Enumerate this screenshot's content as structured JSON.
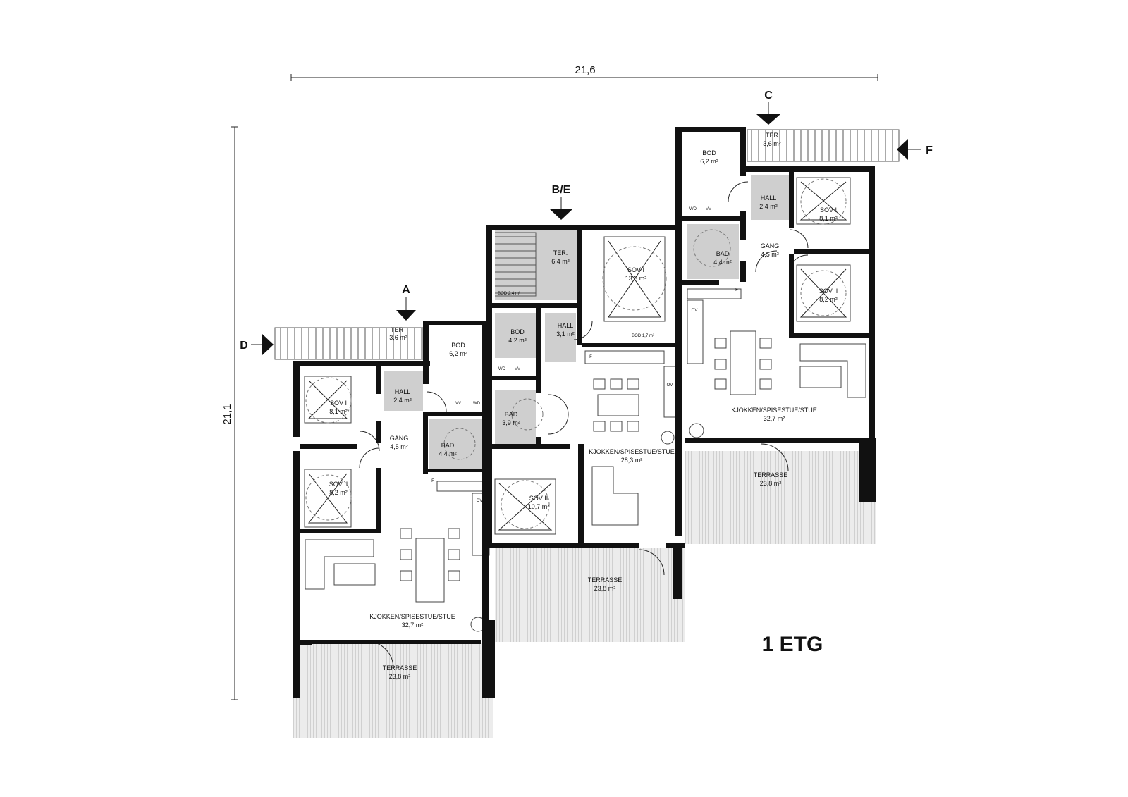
{
  "title": "1 ETG",
  "dimensions": {
    "width": "21,6",
    "height": "21,1"
  },
  "markers": {
    "a": "A",
    "be": "B/E",
    "c": "C",
    "d": "D",
    "f": "F"
  },
  "colors": {
    "wall": "#111111",
    "wet_room": "#cfcfcf",
    "terrace": "#d9d9d9"
  },
  "unit_left": {
    "ter": {
      "name": "TER",
      "area": "3,6 m²"
    },
    "bod": {
      "name": "BOD",
      "area": "6,2 m²"
    },
    "hall": {
      "name": "HALL",
      "area": "2,4 m²"
    },
    "sov1": {
      "name": "SOV I",
      "area": "8,1 m²"
    },
    "gang": {
      "name": "GANG",
      "area": "4,5 m²"
    },
    "bad": {
      "name": "BAD",
      "area": "4,4 m²"
    },
    "sov2": {
      "name": "SOV II",
      "area": "8,2 m²"
    },
    "kjokken": {
      "name": "KJOKKEN/SPISESTUE/STUE",
      "area": "32,7 m²"
    },
    "terrasse": {
      "name": "TERRASSE",
      "area": "23,8 m²"
    },
    "fixtures": {
      "wd": "WD",
      "vv": "VV",
      "f": "F",
      "ov": "OV"
    }
  },
  "unit_middle": {
    "ter": {
      "name": "TER.",
      "area": "6,4 m²"
    },
    "bod_small": "BOD 2,4 m²",
    "sov1": {
      "name": "SOV I",
      "area": "13,3 m²"
    },
    "bod": {
      "name": "BOD",
      "area": "4,2 m²"
    },
    "hall": {
      "name": "HALL",
      "area": "3,1 m²"
    },
    "bod2": "BOD 1,7 m²",
    "bad": {
      "name": "BAD",
      "area": "3,9 m²"
    },
    "kjokken": {
      "name": "KJOKKEN/SPISESTUE/STUE",
      "area": "28,3 m²"
    },
    "sov2": {
      "name": "SOV II",
      "area": "10,7 m²"
    },
    "terrasse": {
      "name": "TERRASSE",
      "area": "23,8 m²"
    },
    "fixtures": {
      "wd": "WD",
      "vv": "VV",
      "f": "F",
      "ov": "OV"
    }
  },
  "unit_right": {
    "ter": {
      "name": "TER",
      "area": "3,6 m²"
    },
    "bod": {
      "name": "BOD",
      "area": "6,2 m²"
    },
    "hall": {
      "name": "HALL",
      "area": "2,4 m²"
    },
    "sov1": {
      "name": "SOV I",
      "area": "8,1 m²"
    },
    "gang": {
      "name": "GANG",
      "area": "4,5 m²"
    },
    "bad": {
      "name": "BAD",
      "area": "4,4 m²"
    },
    "sov2": {
      "name": "SOV II",
      "area": "8,2 m²"
    },
    "kjokken": {
      "name": "KJOKKEN/SPISESTUE/STUE",
      "area": "32,7 m²"
    },
    "terrasse": {
      "name": "TERRASSE",
      "area": "23,8 m²"
    },
    "fixtures": {
      "wd": "WD",
      "vv": "VV",
      "f": "F",
      "ov": "OV"
    }
  }
}
